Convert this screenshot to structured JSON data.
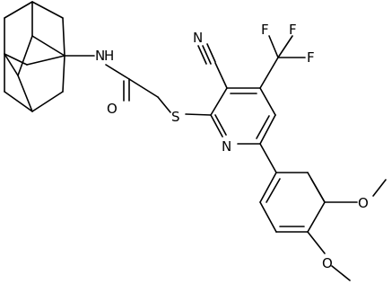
{
  "molecule": {
    "atoms": [
      {
        "id": "N_amide",
        "label": "N",
        "hydrogen": "H"
      },
      {
        "id": "O_carbonyl",
        "label": "O"
      },
      {
        "id": "S_thioether",
        "label": "S"
      },
      {
        "id": "N_nitrile",
        "label": "N"
      },
      {
        "id": "F1",
        "label": "F"
      },
      {
        "id": "F2",
        "label": "F"
      },
      {
        "id": "F3",
        "label": "F"
      },
      {
        "id": "N_pyridine",
        "label": "N"
      },
      {
        "id": "O_methoxy_3",
        "label": "O"
      },
      {
        "id": "O_methoxy_4",
        "label": "O"
      }
    ]
  }
}
